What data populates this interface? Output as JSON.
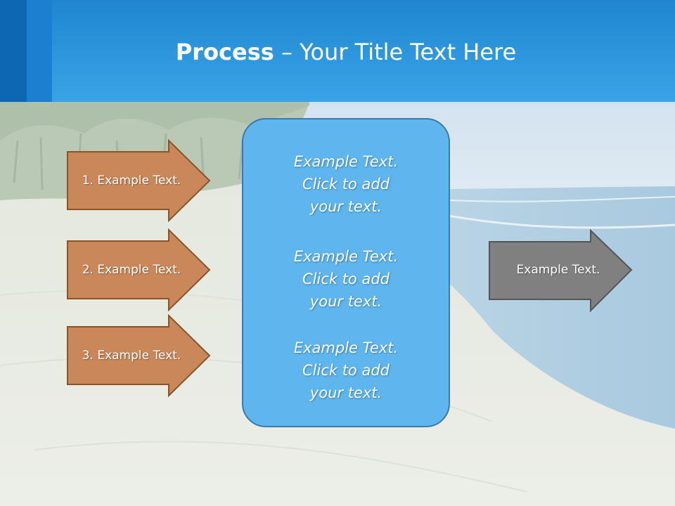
{
  "title": {
    "bold": "Process",
    "rest": " – Your Title Text Here"
  },
  "left_arrows": [
    {
      "label": "1. Example Text."
    },
    {
      "label": "2. Example Text."
    },
    {
      "label": "3. Example Text."
    }
  ],
  "center_blocks": [
    {
      "line1": "Example Text.",
      "line2": "Click  to add",
      "line3": "your text."
    },
    {
      "line1": "Example Text.",
      "line2": "Click  to add",
      "line3": "your text."
    },
    {
      "line1": "Example Text.",
      "line2": "Click  to add",
      "line3": "your text."
    }
  ],
  "right_arrow": {
    "label": "Example Text."
  },
  "colors": {
    "header": "#2f98de",
    "left_arrow_fill": "#c9875a",
    "left_arrow_stroke": "#8a5427",
    "center_fill": "#5fb6ef",
    "center_stroke": "#3b79a8",
    "right_arrow_fill": "#808080",
    "right_arrow_stroke": "#555555"
  }
}
